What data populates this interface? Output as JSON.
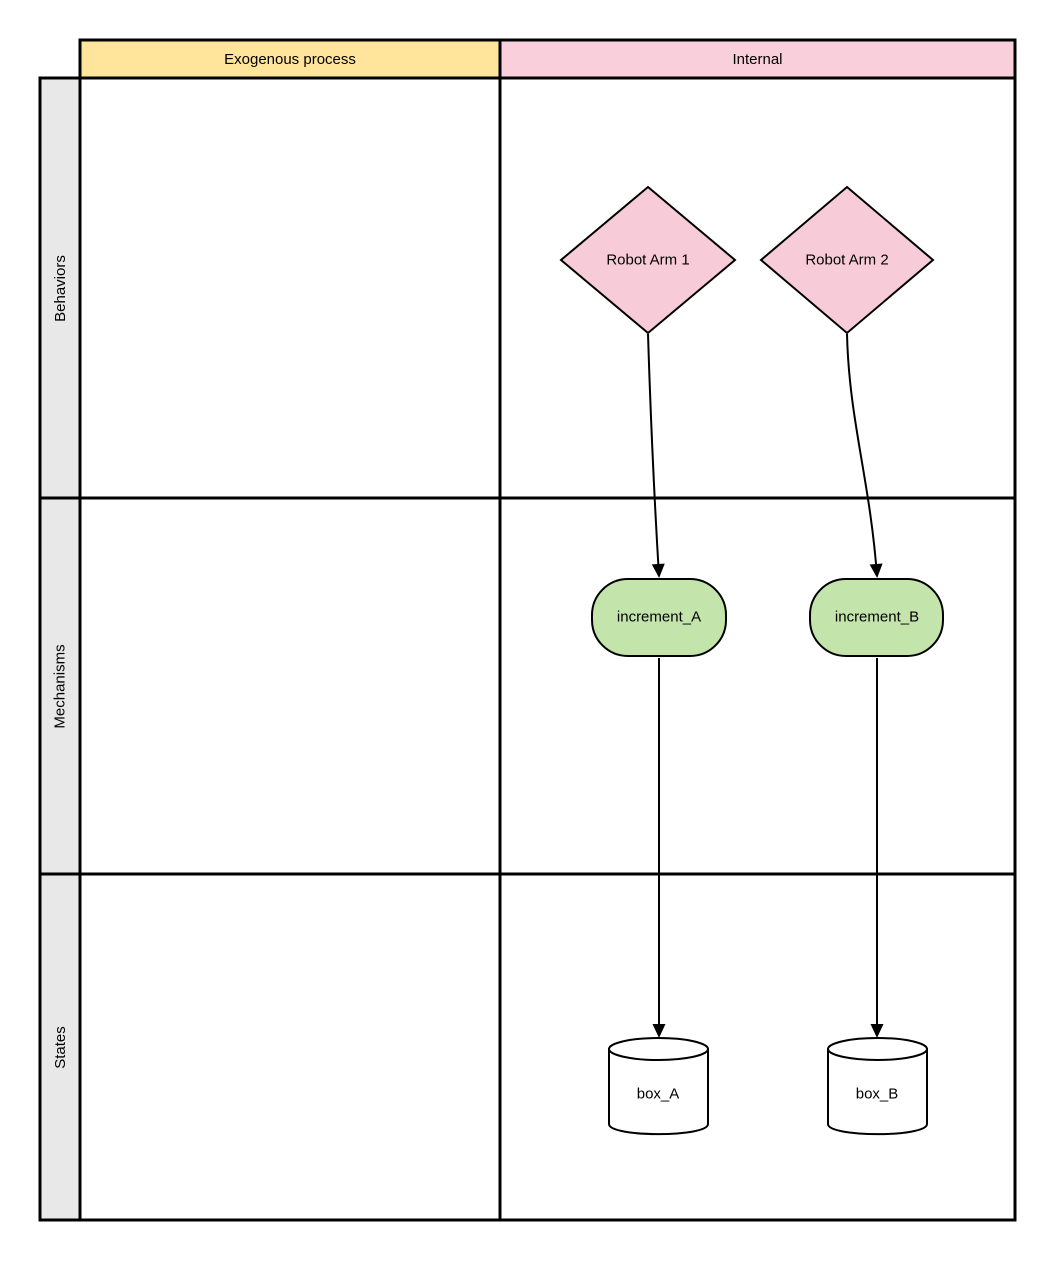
{
  "table": {
    "column_headers": [
      {
        "label": "Exogenous process",
        "bg": "#ffe59b"
      },
      {
        "label": "Internal",
        "bg": "#f8cfda"
      }
    ],
    "row_headers": [
      {
        "label": "Behaviors"
      },
      {
        "label": "Mechanisms"
      },
      {
        "label": "States"
      }
    ],
    "row_header_bg": "#e8e8e8",
    "border_color": "#000000"
  },
  "nodes": {
    "robot_arm_1": {
      "label": "Robot Arm 1",
      "shape": "diamond",
      "row": "Behaviors",
      "column": "Internal",
      "fill": "#f7ccd8",
      "stroke": "#000000"
    },
    "robot_arm_2": {
      "label": "Robot Arm 2",
      "shape": "diamond",
      "row": "Behaviors",
      "column": "Internal",
      "fill": "#f7ccd8",
      "stroke": "#000000"
    },
    "increment_a": {
      "label": "increment_A",
      "shape": "rounded-rectangle",
      "row": "Mechanisms",
      "column": "Internal",
      "fill": "#c3e5ac",
      "stroke": "#000000"
    },
    "increment_b": {
      "label": "increment_B",
      "shape": "rounded-rectangle",
      "row": "Mechanisms",
      "column": "Internal",
      "fill": "#c3e5ac",
      "stroke": "#000000"
    },
    "box_a": {
      "label": "box_A",
      "shape": "cylinder",
      "row": "States",
      "column": "Internal",
      "fill": "#ffffff",
      "stroke": "#000000"
    },
    "box_b": {
      "label": "box_B",
      "shape": "cylinder",
      "row": "States",
      "column": "Internal",
      "fill": "#ffffff",
      "stroke": "#000000"
    }
  },
  "edges": [
    {
      "from": "Robot Arm 1",
      "to": "increment_A",
      "style": "curved-arrow"
    },
    {
      "from": "Robot Arm 2",
      "to": "increment_B",
      "style": "curved-arrow"
    },
    {
      "from": "increment_A",
      "to": "box_A",
      "style": "straight-arrow"
    },
    {
      "from": "increment_B",
      "to": "box_B",
      "style": "straight-arrow"
    }
  ]
}
